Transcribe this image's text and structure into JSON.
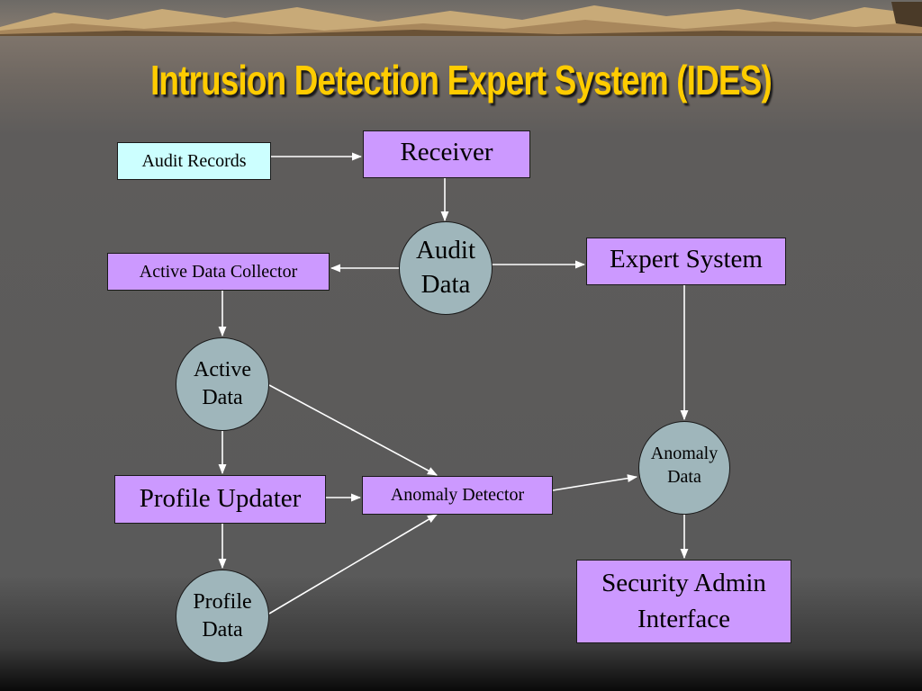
{
  "title": "Intrusion Detection Expert System (IDES)",
  "colors": {
    "title": "#ffcc00",
    "process_box": "#cc99ff",
    "input_box": "#ccffff",
    "data_store": "#9fb6bb",
    "connector": "#ffffff"
  },
  "nodes": {
    "audit_records": "Audit Records",
    "receiver": "Receiver",
    "audit_data": [
      "Audit",
      "Data"
    ],
    "active_data_collector": "Active Data Collector",
    "expert_system": "Expert System",
    "active_data": [
      "Active",
      "Data"
    ],
    "profile_updater": "Profile Updater",
    "anomaly_detector": "Anomaly Detector",
    "anomaly_data": [
      "Anomaly",
      "Data"
    ],
    "profile_data": [
      "Profile",
      "Data"
    ],
    "security_admin_interface": [
      "Security Admin",
      "Interface"
    ]
  },
  "edges": [
    {
      "from": "Audit Records",
      "to": "Receiver"
    },
    {
      "from": "Receiver",
      "to": "Audit Data"
    },
    {
      "from": "Audit Data",
      "to": "Active Data Collector"
    },
    {
      "from": "Audit Data",
      "to": "Expert System"
    },
    {
      "from": "Active Data Collector",
      "to": "Active Data"
    },
    {
      "from": "Active Data",
      "to": "Profile Updater"
    },
    {
      "from": "Active Data",
      "to": "Anomaly Detector"
    },
    {
      "from": "Profile Updater",
      "to": "Anomaly Detector"
    },
    {
      "from": "Profile Updater",
      "to": "Profile Data"
    },
    {
      "from": "Profile Data",
      "to": "Anomaly Detector"
    },
    {
      "from": "Anomaly Detector",
      "to": "Anomaly Data"
    },
    {
      "from": "Expert System",
      "to": "Anomaly Data"
    },
    {
      "from": "Anomaly Data",
      "to": "Security Admin Interface"
    }
  ]
}
